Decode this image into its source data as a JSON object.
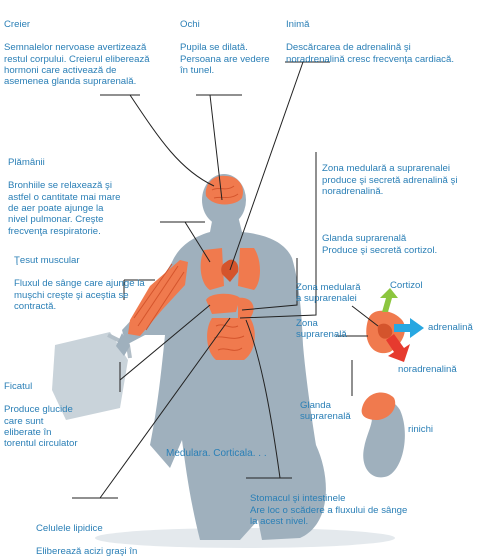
{
  "colors": {
    "text": "#2a7fb6",
    "silhouette": "#9fb0bd",
    "organ": "#f07a4e",
    "organ_dark": "#d4542c",
    "arrow_green": "#8cc63f",
    "arrow_blue": "#28a7e1",
    "arrow_red": "#e63a2e"
  },
  "labels": {
    "creier": {
      "title": "Creier",
      "body": "Semnalelor nervoase avertizează\n   restul corpului. Creierul eliberează\n   hormoni care activează de\n   asemenea glanda suprarenală."
    },
    "ochi": {
      "title": "Ochi",
      "body": "Pupila se dilată.\nPersoana are vedere\n  în tunel."
    },
    "inima": {
      "title": "Inimă",
      "body": "Descărcarea de adrenalină şi\nnoradrenalină cresc frecvenţa cardiacă."
    },
    "plamanii": {
      "title": "Plămânii",
      "body": "Bronhiile se relaxează şi\nastfel o cantitate mai mare\n de aer poate ajunge la\n nivel pulmonar. Creşte\nfrecvenţa respiratorie."
    },
    "zona_medulara_top": {
      "title": "",
      "body": "Zona medulară a suprarenalei\nproduce şi secretă adrenalină şi\nnoradrenalină."
    },
    "glanda_top": {
      "title": "",
      "body": "Glanda suprarenală\nProduce şi secretă cortizol."
    },
    "tesut": {
      "title": "Ţesut muscular",
      "body": "Fluxul  de sânge care ajunge la\n  muşchi creşte şi aceştia se\n  contractă."
    },
    "zona_medulara_small": "Zona medulară\na suprarenalei",
    "zona_suprarenala": "Zona\nsuprarenală",
    "cortizol": "Cortizol",
    "adrenalina": "adrenalină",
    "noradrenalina": "noradrenalină",
    "ficatul": {
      "title": "Ficatul",
      "body": "Produce glucide\ncare sunt\neliberate în\ntorentul circulator"
    },
    "glanda_small": "Glanda\nsuprarenală",
    "rinichi": "rinichi",
    "medulara_corticala": "Medulara. Corticala. . .",
    "stomacul": {
      "title": "",
      "body": "Stomacul şi intestinele\nAre loc o scădere a fluxului de sânge\nla acest nivel."
    },
    "celulele": {
      "title": "Celulele lipidice",
      "body": "Eliberează acizi graşi în\ntorentul circulator"
    }
  }
}
